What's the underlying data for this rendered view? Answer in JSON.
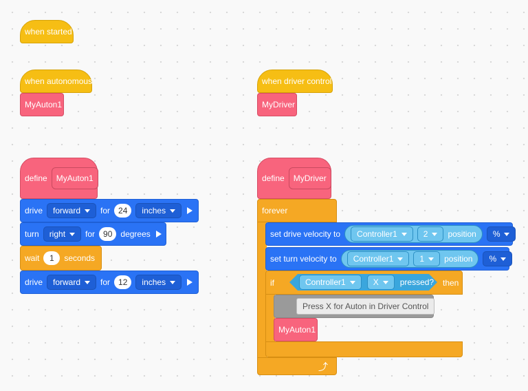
{
  "events": {
    "when_started": "when started",
    "when_autonomous": "when autonomous",
    "when_driver_control": "when driver control"
  },
  "calls": {
    "my_auton": "MyAuton1",
    "my_driver": "MyDriver"
  },
  "auton_def": {
    "define_label": "define",
    "proc_name": "MyAuton1",
    "drive1": {
      "label": "drive",
      "direction": "forward",
      "for": "for",
      "amount": "24",
      "unit": "inches"
    },
    "turn": {
      "label": "turn",
      "direction": "right",
      "for": "for",
      "amount": "90",
      "unit": "degrees"
    },
    "wait": {
      "label": "wait",
      "amount": "1",
      "unit": "seconds"
    },
    "drive2": {
      "label": "drive",
      "direction": "forward",
      "for": "for",
      "amount": "12",
      "unit": "inches"
    }
  },
  "driver_def": {
    "define_label": "define",
    "proc_name": "MyDriver",
    "forever_label": "forever",
    "set_drive": {
      "label": "set drive velocity to",
      "controller": "Controller1",
      "axis": "2",
      "position": "position",
      "unit": "%"
    },
    "set_turn": {
      "label": "set turn velocity to",
      "controller": "Controller1",
      "axis": "1",
      "position": "position",
      "unit": "%"
    },
    "if_block": {
      "if_label": "if",
      "controller": "Controller1",
      "button": "X",
      "pressed": "pressed?",
      "then_label": "then"
    },
    "comment": "Press X for Auton in Driver Control",
    "call": "MyAuton1",
    "loop_icon": "loop-arrow-icon"
  },
  "colors": {
    "events": "#f6be14",
    "my_blocks": "#f8647d",
    "motion": "#2a73f5",
    "control": "#f5a824",
    "sensing": "#3aa6dd"
  }
}
